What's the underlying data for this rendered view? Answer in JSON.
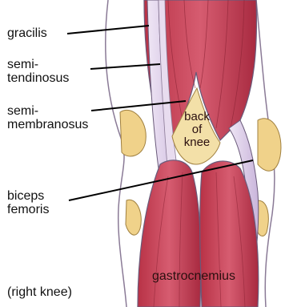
{
  "figure": {
    "labels": {
      "gracilis": "gracilis",
      "semitendinosus": "semi-\ntendinosus",
      "semimembranosus": "semi-\nmembranosus",
      "biceps_femoris": "biceps\nfemoris",
      "back_of_knee": "back\nof\nknee",
      "gastrocnemius": "gastrocnemius",
      "caption": "(right knee)"
    },
    "colors": {
      "muscle": "#c8455a",
      "muscle_dark": "#8e2436",
      "tendon": "#d9cbe6",
      "fat": "#f0d28a",
      "outline": "#6a5a7a"
    }
  }
}
